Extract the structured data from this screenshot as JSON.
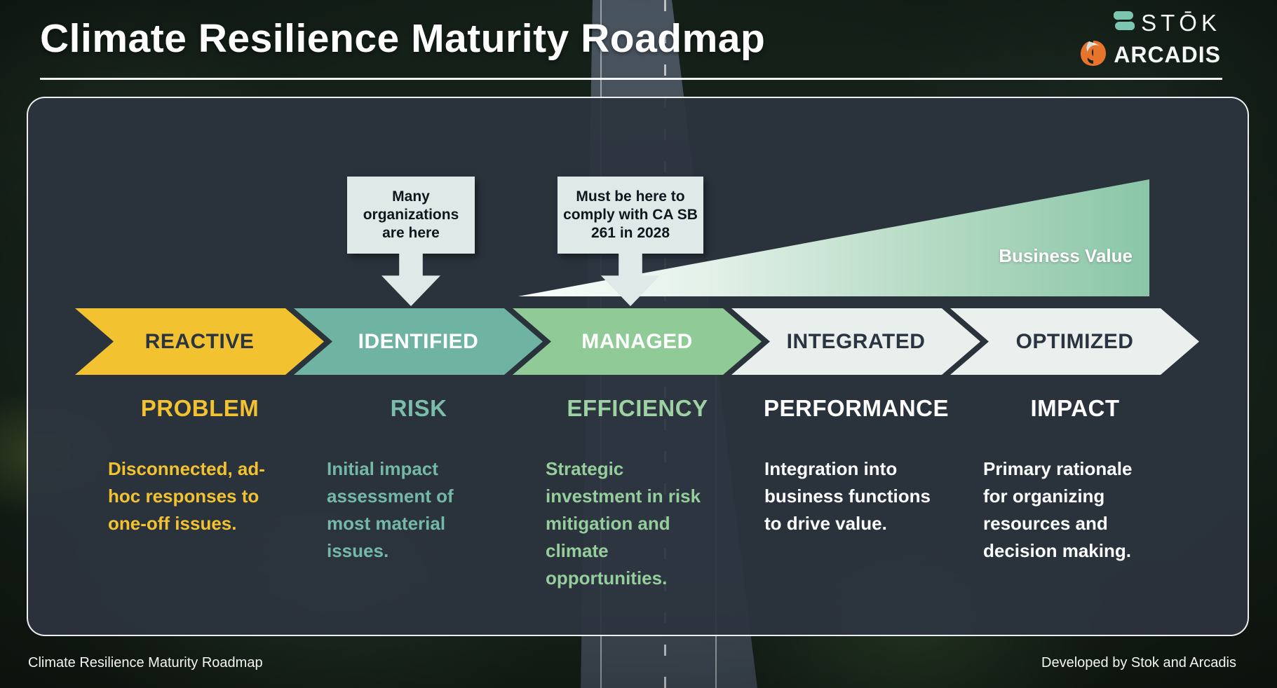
{
  "header": {
    "title": "Climate Resilience Maturity Roadmap",
    "stok_logo": "STŌK",
    "arcadis_logo": "ARCADIS"
  },
  "callouts": {
    "many_orgs": "Many organizations are here",
    "sb261": "Must be here to comply with CA SB 261 in 2028"
  },
  "business_value_label": "Business Value",
  "stages": [
    {
      "name": "REACTIVE",
      "category": "PROBLEM",
      "description": "Disconnected, ad-hoc responses to one-off issues.",
      "arrow_color": "#f2c231",
      "category_color": "#f2c231"
    },
    {
      "name": "IDENTIFIED",
      "category": "RISK",
      "description": "Initial impact assessment of most material issues.",
      "arrow_color": "#6fb4a2",
      "category_color": "#7bbcab"
    },
    {
      "name": "MANAGED",
      "category": "EFFICIENCY",
      "description": "Strategic investment in risk mitigation and climate opportunities.",
      "arrow_color": "#90cb97",
      "category_color": "#9dd2a3"
    },
    {
      "name": "INTEGRATED",
      "category": "PERFORMANCE",
      "description": "Integration into business functions to drive value.",
      "arrow_color": "#e9efed",
      "category_color": "#ffffff"
    },
    {
      "name": "OPTIMIZED",
      "category": "IMPACT",
      "description": "Primary rationale for organizing resources and decision making.",
      "arrow_color": "#ebf0ef",
      "category_color": "#ffffff"
    }
  ],
  "footer": {
    "left": "Climate Resilience Maturity Roadmap",
    "right": "Developed by Stok and Arcadis"
  }
}
